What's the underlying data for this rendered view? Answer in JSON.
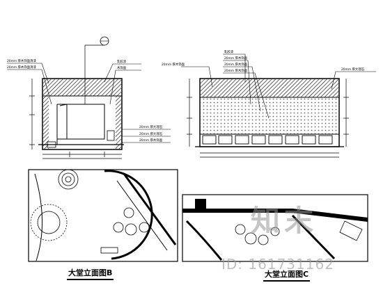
{
  "drawing": {
    "elevation_b": {
      "caption": "大堂立面图B",
      "left_callouts": [
        "20mm 厚木饰面清漆",
        "20mm 厚木饰面清漆"
      ],
      "right_callouts": [
        "乳胶漆",
        "木饰面"
      ],
      "lower_right_callouts": [
        "20mm 厚大理石",
        "20mm 厚大理石",
        "20mm 厚木饰面"
      ]
    },
    "elevation_c": {
      "caption": "大堂立面图C",
      "top_callouts": [
        "乳胶漆",
        "20mm 厚木饰面",
        "20mm 厚木饰面",
        "20mm 厚木饰面"
      ],
      "left_callout": "20mm 厚木饰面",
      "right_callout": "20mm 厚大理石"
    }
  },
  "watermark": {
    "logo_text": "知末",
    "id_text": "ID: 161731162"
  },
  "colors": {
    "ink": "#000000",
    "hatch": "#333333",
    "watermark": "#969696"
  }
}
